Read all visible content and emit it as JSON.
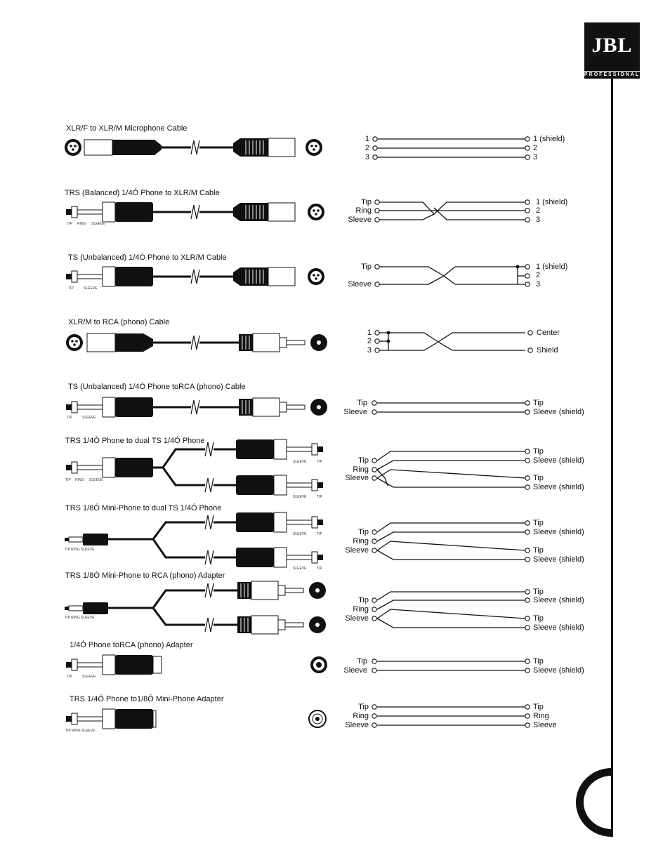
{
  "brand": {
    "logo": "JBL",
    "sub": "PROFESSIONAL"
  },
  "cables": [
    {
      "title": "XLR/F to XLR/M Microphone Cable",
      "left": [
        "1",
        "2",
        "3"
      ],
      "right": [
        "1 (shield)",
        "2",
        "3"
      ]
    },
    {
      "title": "TRS (Balanced) 1/4Ó Phone to XLR/M Cable",
      "left": [
        "Tip",
        "Ring",
        "Sleeve"
      ],
      "right": [
        "1 (shield)",
        "2",
        "3"
      ],
      "plug_labels": [
        "TIP",
        "RING",
        "SLEEVE"
      ]
    },
    {
      "title": "TS (Unbalanced) 1/4Ó Phone to XLR/M Cable",
      "left": [
        "Tip",
        "Sleeve"
      ],
      "right": [
        "1 (shield)",
        "2",
        "3"
      ],
      "plug_labels": [
        "TIP",
        "SLEEVE"
      ]
    },
    {
      "title": "XLR/M to RCA (phono) Cable",
      "left": [
        "1",
        "2",
        "3"
      ],
      "right": [
        "Center",
        "Shield"
      ]
    },
    {
      "title": "TS (Unbalanced) 1/4Ó Phone toRCA (phono) Cable",
      "left": [
        "Tip",
        "Sleeve"
      ],
      "right": [
        "Tip",
        "Sleeve (shield)"
      ],
      "plug_labels": [
        "TIP",
        "SLEEVE"
      ]
    },
    {
      "title": "TRS 1/4Ó Phone to dual TS 1/4Ó Phone",
      "left": [
        "Tip",
        "Ring",
        "Sleeve"
      ],
      "right": [
        "Tip",
        "Sleeve (shield)",
        "Tip",
        "Sleeve (shield)"
      ],
      "plug_labels": [
        "TIP",
        "RING",
        "SLEEVE"
      ],
      "out_labels": [
        "SLEEVE",
        "TIP"
      ]
    },
    {
      "title": "TRS 1/8Ó Mini-Phone to dual TS 1/4Ó Phone",
      "left": [
        "Tip",
        "Ring",
        "Sleeve"
      ],
      "right": [
        "Tip",
        "Sleeve (shield)",
        "Tip",
        "Sleeve (shield)"
      ],
      "plug_labels": [
        "TIP RING SLEEVE"
      ],
      "out_labels": [
        "SLEEVE",
        "TIP"
      ]
    },
    {
      "title": "TRS 1/8Ó Mini-Phone to RCA (phono) Adapter",
      "left": [
        "Tip",
        "Ring",
        "Sleeve"
      ],
      "right": [
        "Tip",
        "Sleeve (shield)",
        "Tip",
        "Sleeve (shield)"
      ],
      "plug_labels": [
        "TIP RING SLEEVE"
      ]
    },
    {
      "title": "1/4Ó Phone toRCA (phono) Adapter",
      "left": [
        "Tip",
        "Sleeve"
      ],
      "right": [
        "Tip",
        "Sleeve (shield)"
      ],
      "plug_labels": [
        "TIP",
        "SLEEVE"
      ]
    },
    {
      "title": "TRS 1/4Ó Phone to1/8Ó Mini-Phone Adapter",
      "left": [
        "Tip",
        "Ring",
        "Sleeve"
      ],
      "right": [
        "Tip",
        "Ring",
        "Sleeve"
      ],
      "plug_labels": [
        "TIP RING SLEEVE"
      ]
    }
  ]
}
